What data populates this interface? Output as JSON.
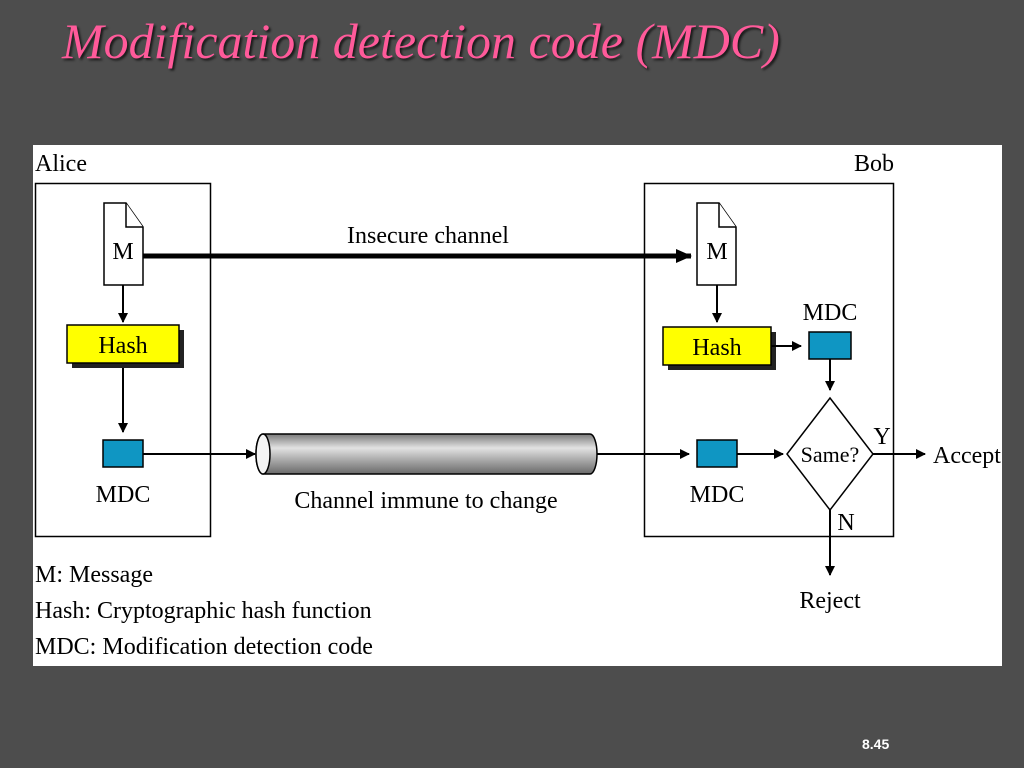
{
  "slide": {
    "title": "Modification detection code (MDC)",
    "page_number": "8.45",
    "title_color": "#ff5a9a",
    "background": "#4d4d4d"
  },
  "diagram": {
    "sender_label": "Alice",
    "receiver_label": "Bob",
    "sender_message": "M",
    "receiver_message": "M",
    "sender_hash": "Hash",
    "receiver_hash": "Hash",
    "insecure_channel": "Insecure channel",
    "immune_channel": "Channel immune to change",
    "sender_mdc": "MDC",
    "receiver_mdc_transmitted": "MDC",
    "receiver_mdc_computed": "MDC",
    "compare": "Same?",
    "yes": "Y",
    "no": "N",
    "accept": "Accept",
    "reject": "Reject",
    "hash_color": "#ffff00",
    "mdc_color": "#0f96c3",
    "legend": [
      "M: Message",
      "Hash: Cryptographic hash function",
      "MDC: Modification detection code"
    ]
  }
}
